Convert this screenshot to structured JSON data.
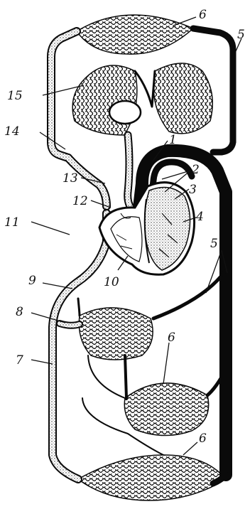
{
  "figure": {
    "labels": [
      "1",
      "2",
      "3",
      "4",
      "5",
      "5",
      "6",
      "6",
      "6",
      "7",
      "8",
      "9",
      "10",
      "11",
      "12",
      "13",
      "14",
      "15"
    ]
  },
  "colors": {
    "ink": "#0a0a0a",
    "venous_fill": "#bdbdbd",
    "background": "#ffffff"
  }
}
